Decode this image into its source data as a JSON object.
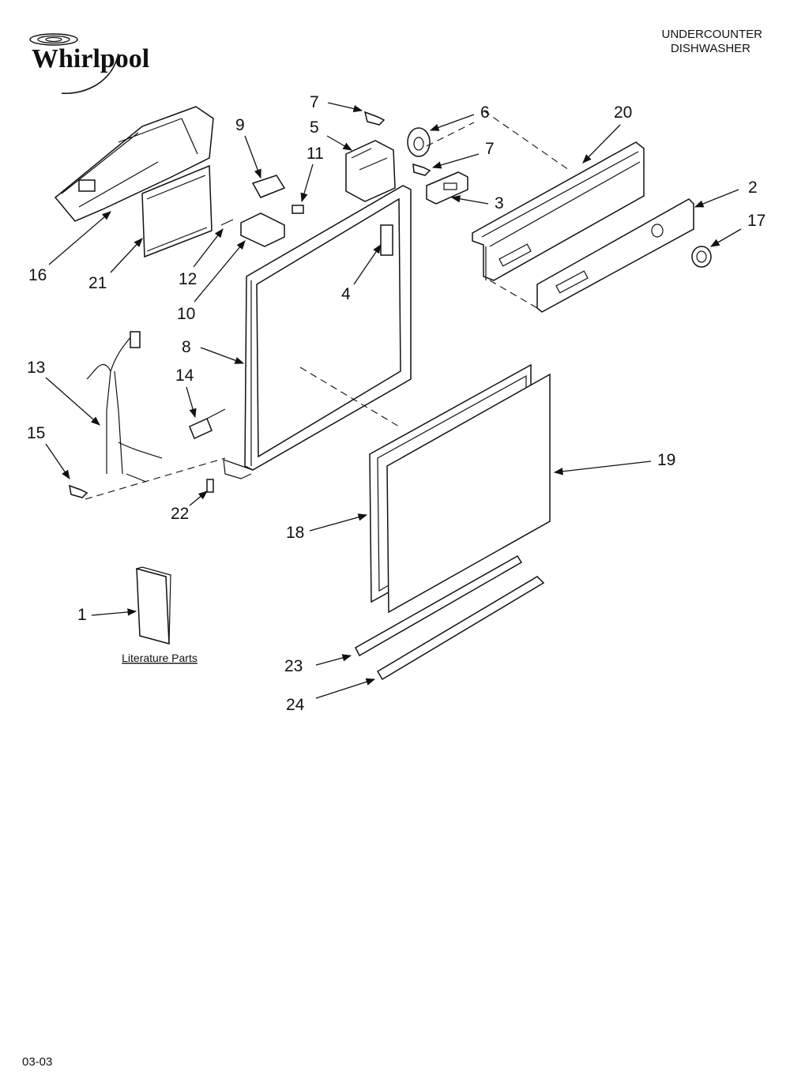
{
  "brand": {
    "name": "Whirlpool"
  },
  "header": {
    "line1": "UNDERCOUNTER",
    "line2": "DISHWASHER"
  },
  "footer": {
    "code": "03-03"
  },
  "literature": {
    "caption": "Literature Parts"
  },
  "callouts": [
    "1",
    "2",
    "3",
    "4",
    "5",
    "6",
    "7",
    "7",
    "8",
    "9",
    "10",
    "11",
    "12",
    "13",
    "14",
    "15",
    "16",
    "17",
    "18",
    "19",
    "20",
    "21",
    "22",
    "23",
    "24"
  ]
}
